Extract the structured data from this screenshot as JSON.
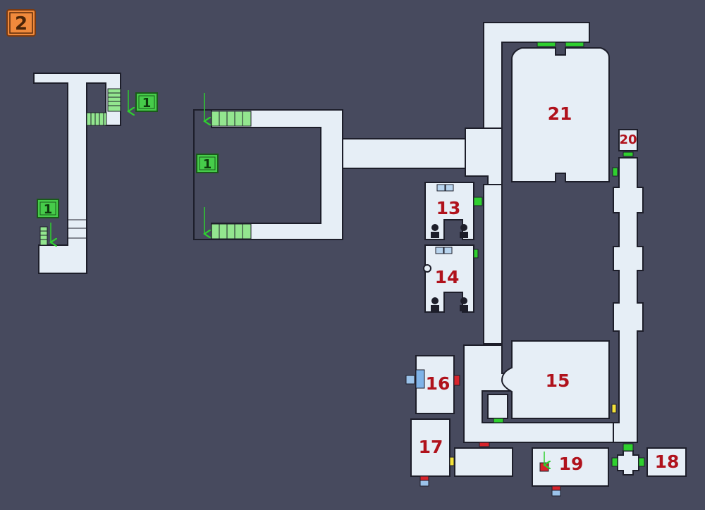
{
  "floor": {
    "label": "2"
  },
  "stair_markers": [
    {
      "label": "1"
    },
    {
      "label": "1"
    },
    {
      "label": "1"
    }
  ],
  "rooms": [
    {
      "label": "13"
    },
    {
      "label": "14"
    },
    {
      "label": "15"
    },
    {
      "label": "16"
    },
    {
      "label": "17"
    },
    {
      "label": "18"
    },
    {
      "label": "19"
    },
    {
      "label": "20"
    },
    {
      "label": "21"
    }
  ],
  "colors": {
    "background": "#474a5e",
    "floor": "#e6eef6",
    "wall": "#1d1e2a",
    "room_label": "#b0121c",
    "stair_green": "#93e68f",
    "stair_marker_bg": "#46cc4a",
    "door_green": "#2fd02f",
    "door_red": "#d8242c",
    "door_yellow": "#f4e23a",
    "floor_badge": "#f08a3c",
    "save_blue": "#7fb3e8"
  },
  "icons": {
    "down_arrow": "green-down-arrow-icon",
    "typewriter": "typewriter-icon",
    "statue": "statue-icon",
    "item": "red-item-icon"
  }
}
